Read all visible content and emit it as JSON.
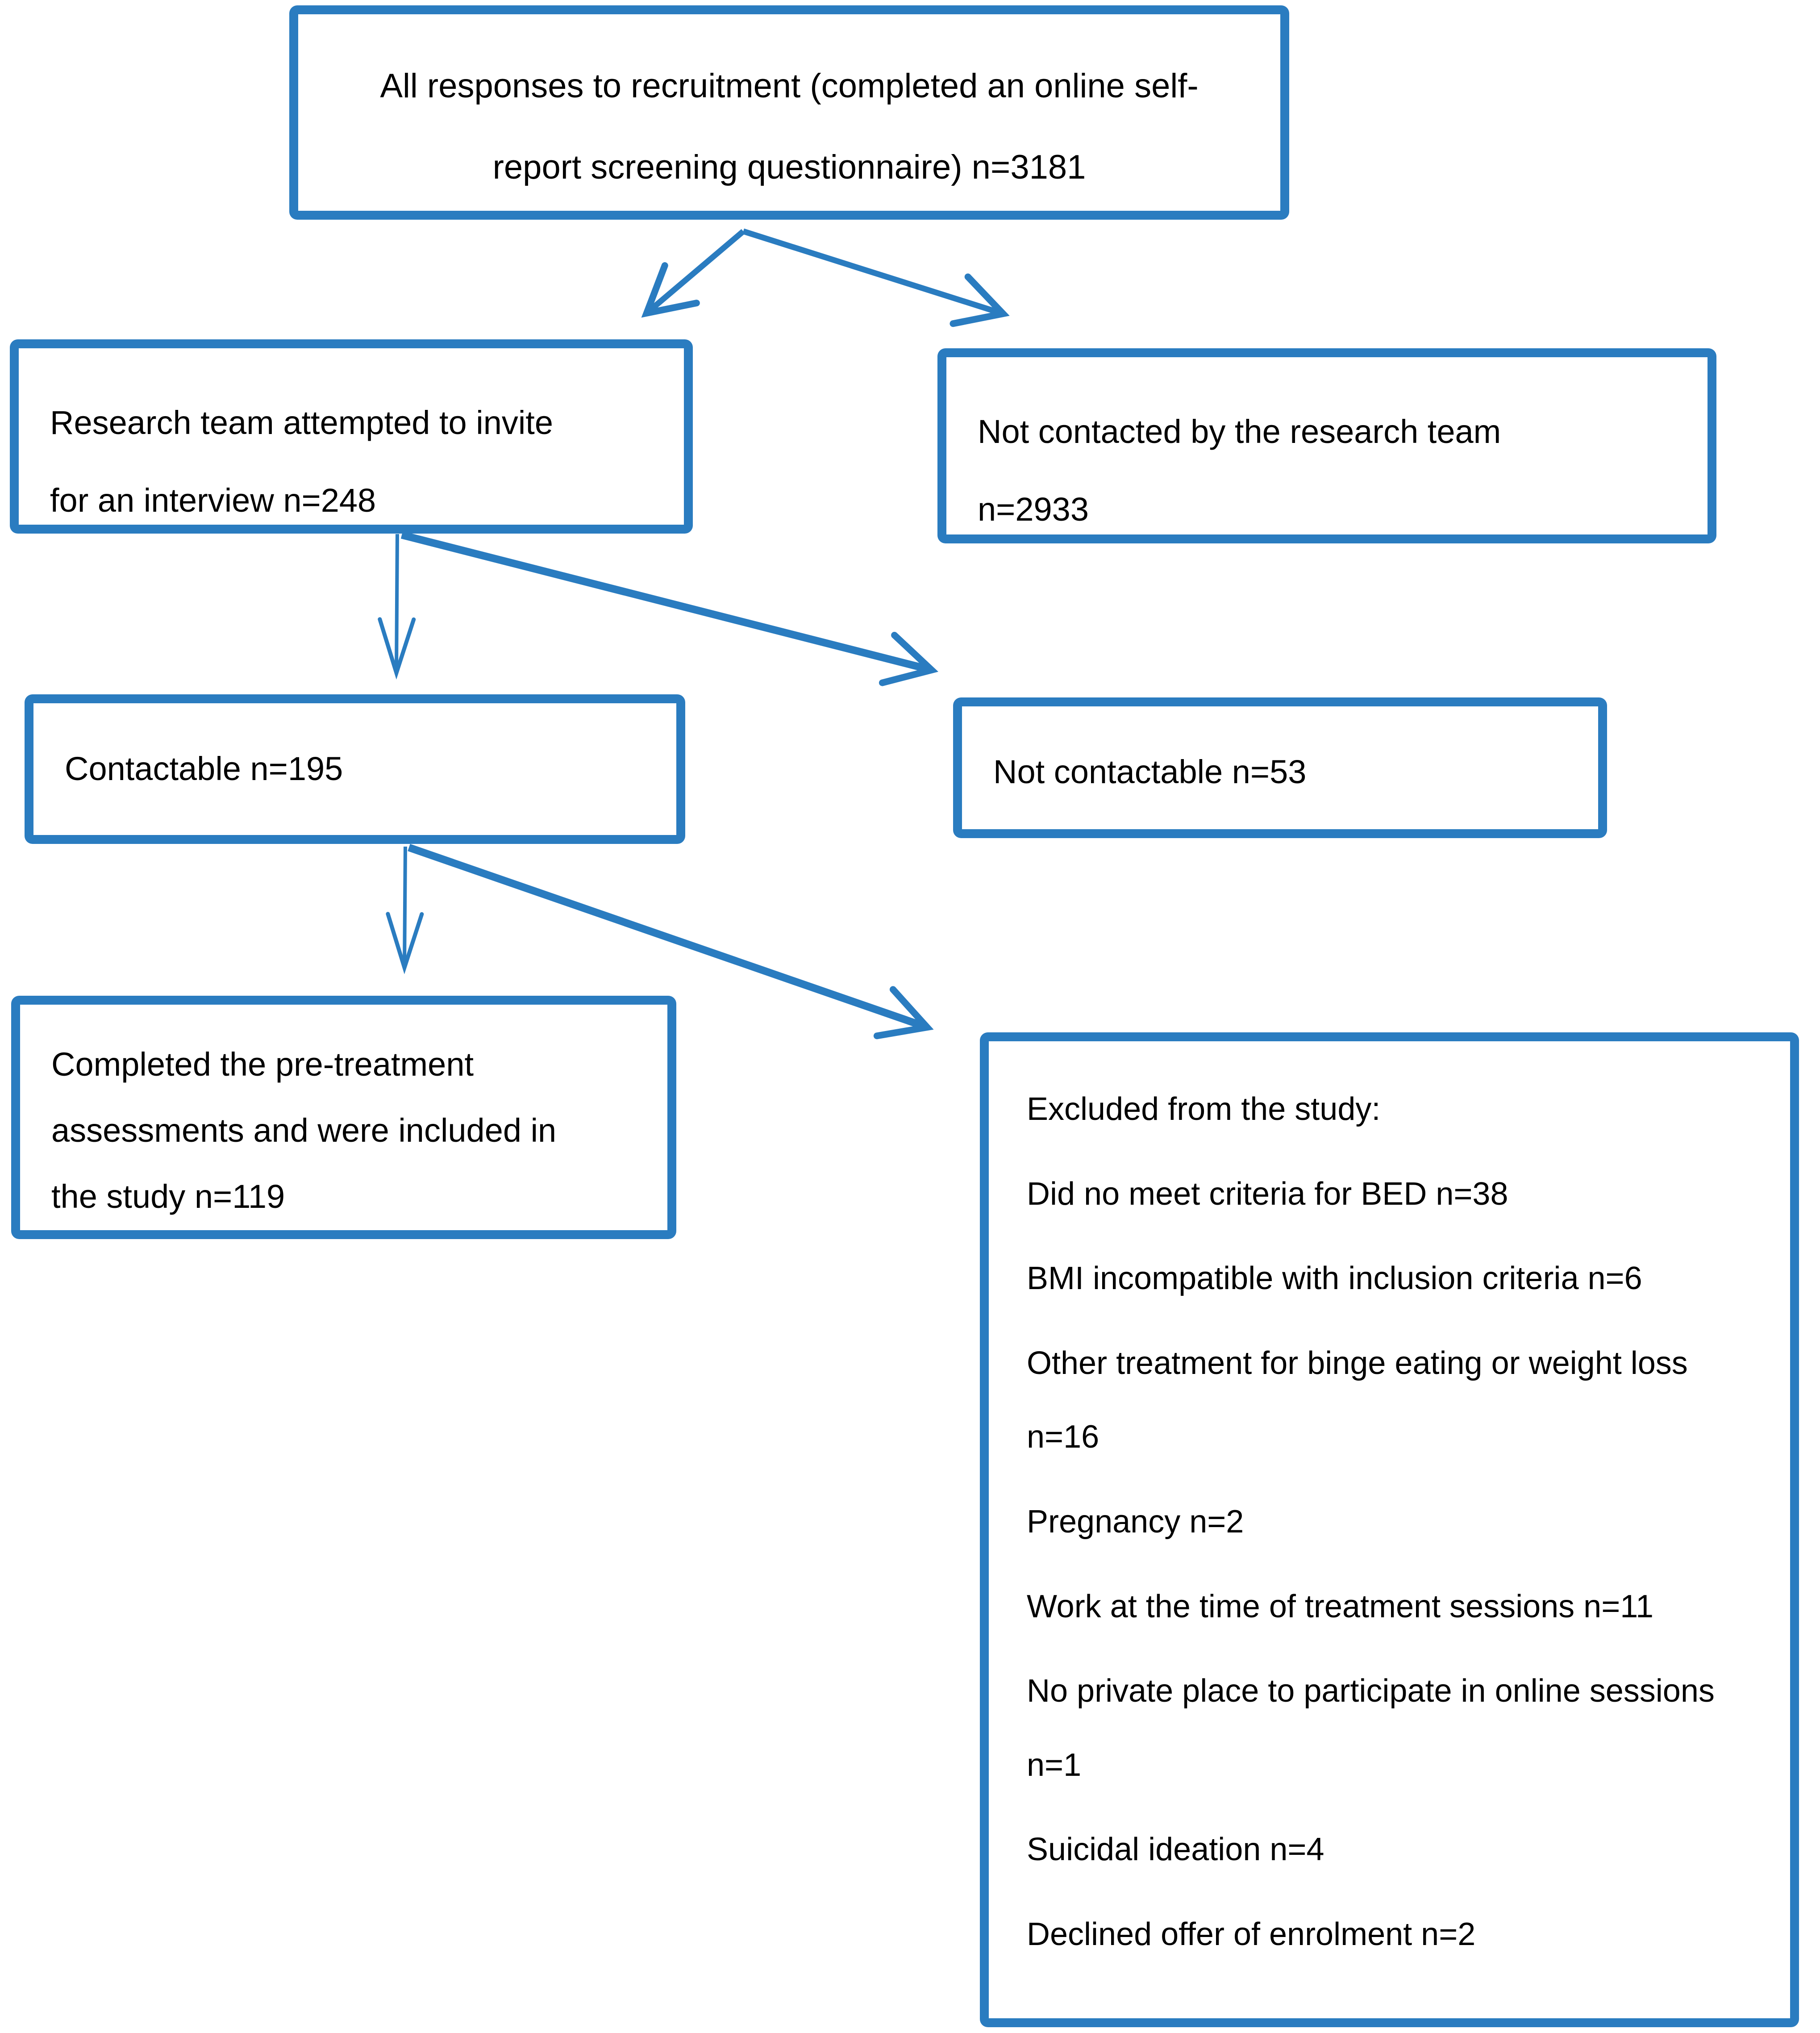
{
  "diagram": {
    "accent_color": "#2a7cc0",
    "text_color": "#000000",
    "background_color": "#ffffff",
    "boxes": {
      "all_responses": {
        "lines": [
          "All responses to recruitment (completed an online self-",
          "report screening questionnaire) n=3181"
        ]
      },
      "attempted_invite": {
        "lines": [
          "Research team attempted to invite",
          "for an interview n=248"
        ]
      },
      "not_contacted": {
        "lines": [
          "Not contacted by the research team",
          "n=2933"
        ]
      },
      "contactable": {
        "lines": [
          "Contactable n=195"
        ]
      },
      "not_contactable": {
        "lines": [
          "Not contactable n=53"
        ]
      },
      "completed_included": {
        "lines": [
          "Completed the pre-treatment",
          "assessments and were included in",
          "the study n=119"
        ]
      },
      "excluded": {
        "header": "Excluded from the study:",
        "items": [
          "Did no meet criteria for BED n=38",
          "BMI incompatible with inclusion criteria n=6",
          "Other treatment for binge eating or weight loss n=16",
          "Pregnancy n=2",
          "Work at the time of treatment sessions n=11",
          "No private place to participate in online sessions n=1",
          "Suicidal ideation n=4",
          "Declined offer of enrolment n=2"
        ]
      }
    }
  }
}
